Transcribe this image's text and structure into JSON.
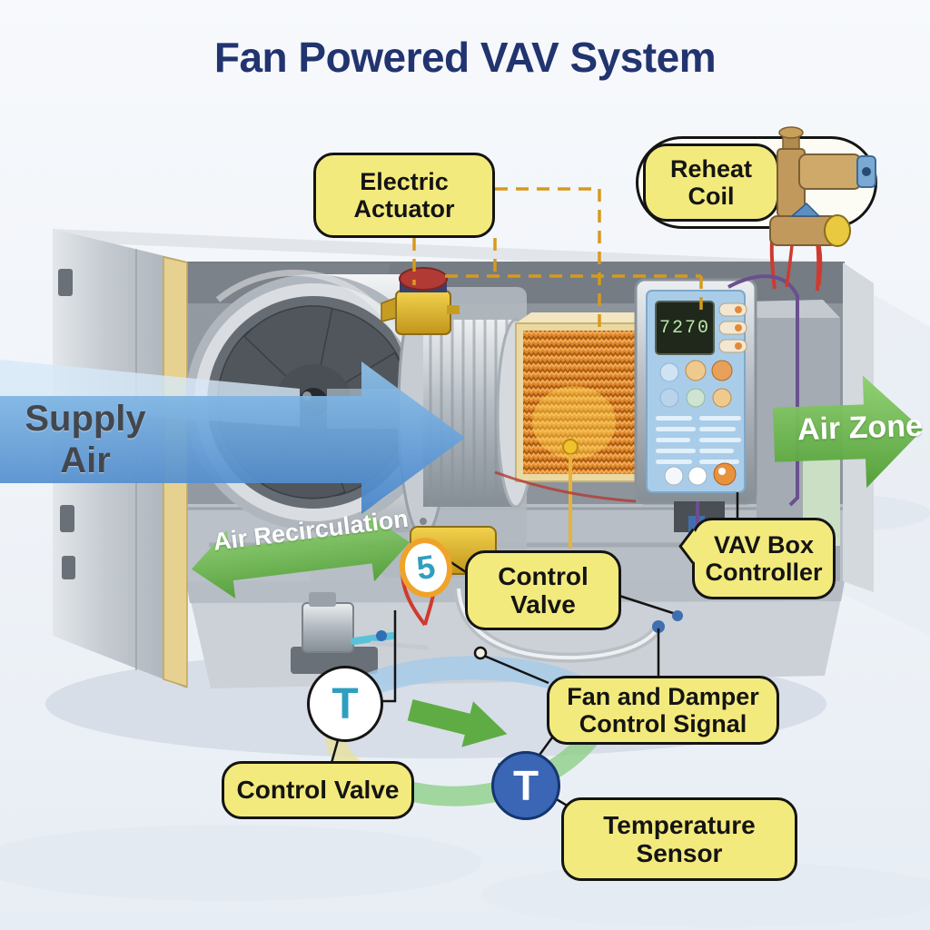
{
  "title": "Fan Powered VAV System",
  "callouts": {
    "electric_actuator": "Electric Actuator",
    "reheat_coil": "Reheat Coil",
    "vav_box_controller": "VAV Box Controller",
    "control_valve_center": "Control Valve",
    "fan_damper_signal": "Fan and Damper Control Signal",
    "control_valve_bottom": "Control Valve",
    "temperature_sensor": "Temperature Sensor"
  },
  "flow_arrows": {
    "supply_air": "Supply Air",
    "air_zone": "Air Zone",
    "air_recirculation": "Air Recirculation"
  },
  "badges": {
    "sensor_badge": "5",
    "temp_probe_duct": "T",
    "temp_probe_zone": "T"
  },
  "controller": {
    "lcd": "7270"
  },
  "colors": {
    "title": "#22346f",
    "callout_bg": "#f3ea7d",
    "callout_border": "#141414",
    "supply_arrow": "#4a8fd4",
    "zone_arrow": "#5fb345",
    "recirc_arrow": "#58a93c",
    "sensor_ring": "#f0a32a",
    "temp_blue": "#3a66b5",
    "teal_glyph": "#2f9fc0",
    "dashed_connector": "#d79a1e",
    "coil_orange": "#e0862a"
  }
}
